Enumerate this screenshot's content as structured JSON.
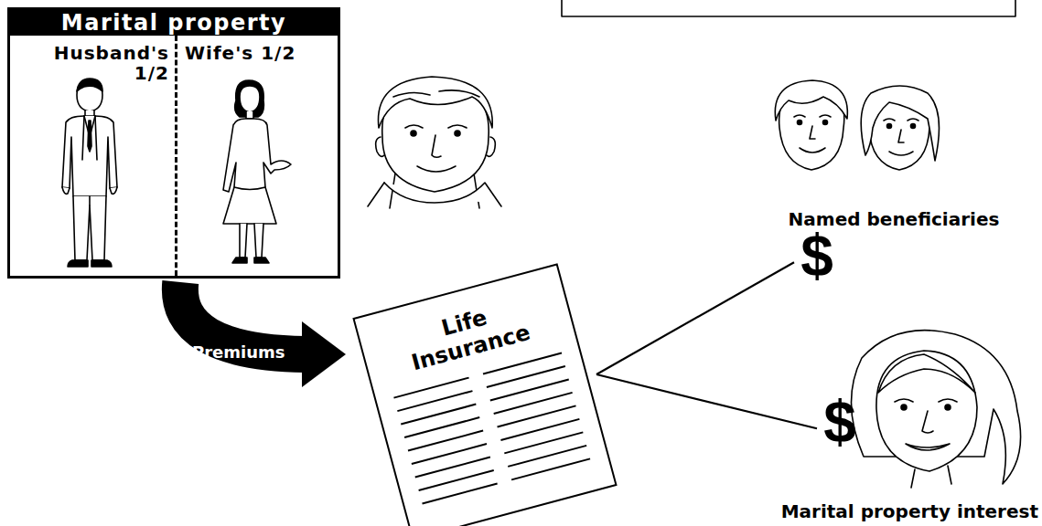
{
  "diagram": {
    "nodes": [
      {
        "text": [
          "Marital property"
        ]
      },
      {
        "text": [
          "Husband's 1/2"
        ],
        "in": 0
      },
      {
        "text": [
          "Wife's 1/2"
        ],
        "in": 0
      },
      {
        "text": [
          "Life Insurance"
        ]
      },
      {
        "text": [
          "$"
        ]
      },
      {
        "text": [
          "$"
        ]
      }
    ],
    "edges": [
      {
        "from": 0,
        "to": 3,
        "label": "Premiums",
        "arrow": "to"
      },
      {
        "from": 3,
        "to": 4,
        "arrow": "none"
      },
      {
        "from": 3,
        "to": 5,
        "arrow": "none"
      }
    ],
    "labels": [
      "Named beneficiaries",
      "Marital property interest"
    ]
  }
}
